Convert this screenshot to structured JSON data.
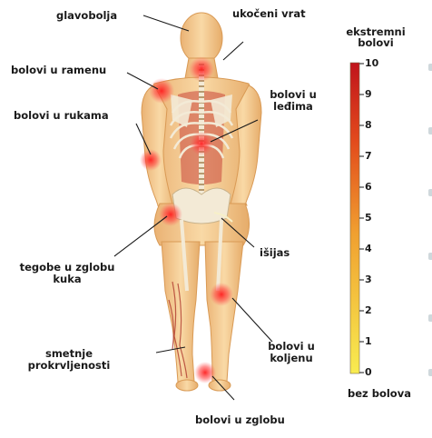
{
  "labels": {
    "headache": "glavobolja",
    "neck": "ukočeni vrat",
    "shoulder": "bolovi u ramenu",
    "arms": "bolovi u rukama",
    "back_line1": "bolovi u",
    "back_line2": "leđima",
    "hip_line1": "tegobe u zglobu",
    "hip_line2": "kuka",
    "sciatica": "išijas",
    "circulation_line1": "smetnje",
    "circulation_line2": "prokrvljenosti",
    "knee_line1": "bolovi u",
    "knee_line2": "koljenu",
    "joint": "bolovi u zglobu"
  },
  "scale": {
    "title_line1": "ekstremni",
    "title_line2": "bolovi",
    "bottom_label": "bez bolova",
    "ticks": [
      "10",
      "9",
      "8",
      "7",
      "6",
      "5",
      "4",
      "3",
      "2",
      "1",
      "0"
    ],
    "color_top": "#c0141b",
    "color_mid": "#f0a030",
    "color_bottom": "#f8ec50"
  },
  "colors": {
    "body": "#f6cf97",
    "body_shadow": "#e2a960",
    "bone": "#f3ead6",
    "muscle": "#c8463a",
    "pain": "#ff2a2a"
  }
}
